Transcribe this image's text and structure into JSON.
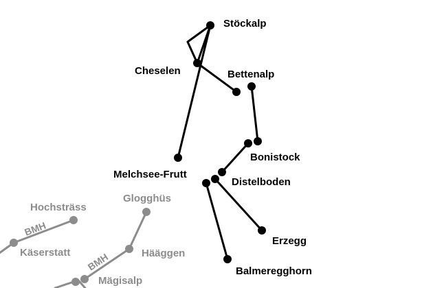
{
  "map": {
    "colors": {
      "active": "#000000",
      "inactive": "#8c8c8c",
      "background": "#ffffff"
    },
    "stations": {
      "stockalp": "Stöckalp",
      "cheselen": "Cheselen",
      "bettenalp": "Bettenalp",
      "bonistock": "Bonistock",
      "melchsee_frutt": "Melchsee-Frutt",
      "distelboden": "Distelboden",
      "erzegg": "Erzegg",
      "balmeregghorn": "Balmeregghorn",
      "hochstrass": "Hochsträss",
      "kaserstatt": "Käserstatt",
      "glogghus": "Glogghüs",
      "haggen": "Hääggen",
      "magisalp": "Mägisalp"
    },
    "line_tags": {
      "upper": "BMH",
      "lower": "BMH"
    }
  }
}
